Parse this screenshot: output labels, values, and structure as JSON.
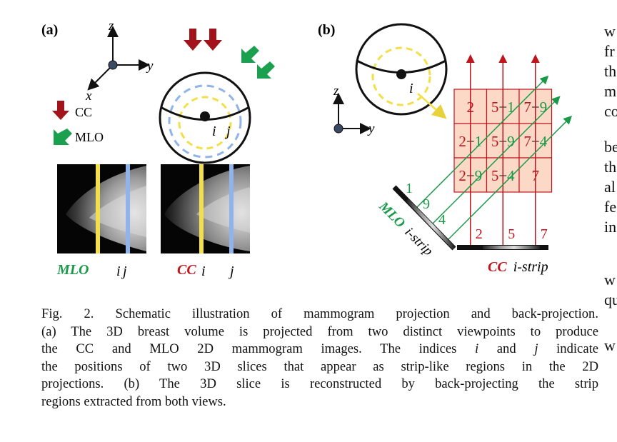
{
  "panel_a": {
    "label": "(a)",
    "axes": {
      "z": "z",
      "y": "y",
      "x": "x"
    },
    "legend": [
      {
        "label": "CC",
        "color": "#a3131b",
        "icon": "down-arrow-icon"
      },
      {
        "label": "MLO",
        "color": "#1aa04f",
        "icon": "diagonal-arrow-icon"
      }
    ],
    "sphere_labels": {
      "i": "i",
      "j": "j"
    },
    "mlo_image_label": "MLO",
    "cc_image_label": "CC",
    "mlo_slice_i": "i",
    "mlo_slice_j": "j",
    "cc_slice_i": "i",
    "cc_slice_j": "j"
  },
  "panel_b": {
    "label": "(b)",
    "axes": {
      "z": "z",
      "y": "y"
    },
    "sphere_label": "i",
    "grid": [
      [
        {
          "cc": "2",
          "plus": "",
          "mlo": ""
        },
        {
          "cc": "5",
          "plus": "+",
          "mlo": "1"
        },
        {
          "cc": "7",
          "plus": "+",
          "mlo": "9"
        }
      ],
      [
        {
          "cc": "2",
          "plus": "+",
          "mlo": "1"
        },
        {
          "cc": "5",
          "plus": "+",
          "mlo": "9"
        },
        {
          "cc": "7",
          "plus": "+",
          "mlo": "4"
        }
      ],
      [
        {
          "cc": "2",
          "plus": "+",
          "mlo": "9"
        },
        {
          "cc": "5",
          "plus": "+",
          "mlo": "4"
        },
        {
          "cc": "7",
          "plus": "",
          "mlo": ""
        }
      ]
    ],
    "mlo_strip_values": [
      "1",
      "9",
      "4"
    ],
    "cc_strip_values": [
      "2",
      "5",
      "7"
    ],
    "mlo_strip_label": {
      "view": "MLO",
      "name": "i-strip"
    },
    "cc_strip_label": {
      "view": "CC",
      "name": "i-strip"
    }
  },
  "caption": {
    "lines": [
      "Fig. 2.  Schematic illustration of mammogram projection and back-projection.",
      "(a) The 3D breast volume is projected from two distinct viewpoints to produce",
      "the CC and MLO 2D mammogram images. The indices i and j indicate",
      "the positions of two 3D slices that appear as strip-like regions in the 2D",
      "projections. (b) The 3D slice is reconstructed by back-projecting the strip",
      "regions extracted from both views."
    ]
  },
  "side_text": [
    "w",
    "fr",
    "th",
    "m",
    "co",
    "be",
    "th",
    "al",
    "fe",
    "in",
    "w",
    "qu",
    "w"
  ],
  "colors": {
    "cc": "#c0151d",
    "mlo": "#1a9a48",
    "slice_i": "#f2df4a",
    "slice_j": "#8fb3ea",
    "grid_fill": "#fbd9c6"
  }
}
